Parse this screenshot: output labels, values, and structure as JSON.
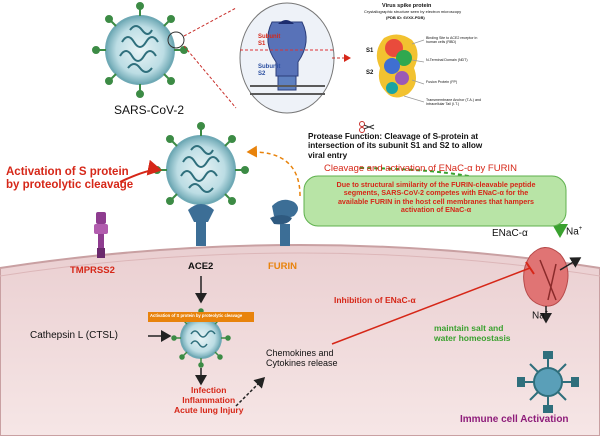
{
  "top": {
    "virus_label": "SARS-CoV-2",
    "subunit_s1": "Subunit\nS1",
    "subunit_s2": "Subunit\nS2",
    "spike_title": "Virus spike protein",
    "spike_subtitle": "Crystallographic structure seen by electron microscopy",
    "spike_pdb": "(PDB ID: 6VXX-PDB)",
    "s1": "S1",
    "s2": "S2",
    "legend_rbd": "Binding Site to ACE2 receptor in human cells (RBD)",
    "legend_ntd": "N-Terminal Domain (NDT)",
    "legend_fp": "Fusion Protein (FP)",
    "legend_ta": "Transmembrane Anchor (T.A.) and Intracellular Tail (I.T.)"
  },
  "middle": {
    "activation": "Activation of S protein\nby proteolytic cleavage",
    "protease": "Protease Function: Cleavage of S-protein at\nintersection of its subunit S1 and S2 to allow\nviral entry",
    "cleavage": "Cleavage and activation of ENaC-α by FURIN",
    "similarity": "Due to structural similarity of the FURIN-cleavable peptide\nsegments, SARS-CoV-2 competes with ENaC-α for the\navailable FURIN in the host cell membranes that hampers\nactivation of ENaC-α"
  },
  "membrane": {
    "tmprss2": "TMPRSS2",
    "ace2": "ACE2",
    "furin": "FURIN",
    "enac": "ENaC-α",
    "na_top": "Na",
    "na_bottom": "Na",
    "plus": "+"
  },
  "inside": {
    "cathepsin": "Cathepsin L (CTSL)",
    "activation_small": "Activation of S protein by proteolytic cleavage",
    "chemokines": "Chemokines and\nCytokines release",
    "inhibition": "Inhibition of ENaC-α",
    "maintain": "maintain salt and\nwater homeostasis",
    "infection": "Infection\nInflammation\nAcute lung Injury",
    "immune": "Immune cell Activation"
  },
  "colors": {
    "membrane_fill": "#f2dcdd",
    "membrane_line": "#c9a0a2",
    "virus_body": "#6fa9b5",
    "spike_green": "#3c8b45",
    "receptor_blue": "#3c6e96",
    "receptor_purple": "#8e3c8f",
    "enac_red": "#e07474",
    "red_text": "#d62718",
    "green_box": "#b8e4a6"
  }
}
